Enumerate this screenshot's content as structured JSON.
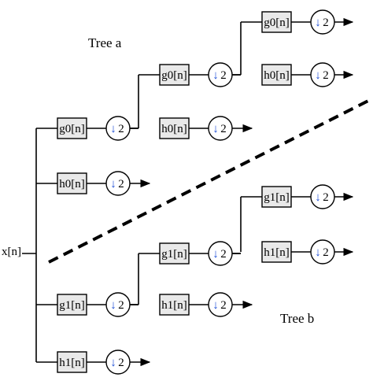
{
  "input_label": "x[n]",
  "tree_a_label": "Tree a",
  "tree_b_label": "Tree b",
  "downsample_text": "2",
  "downsample_arrow": "↓",
  "arrow_color": "#1f4fd6",
  "stages": [
    {
      "filter": "g0[n]"
    },
    {
      "filter": "h0[n]"
    },
    {
      "filter": "g0[n]"
    },
    {
      "filter": "h0[n]"
    },
    {
      "filter": "g0[n]"
    },
    {
      "filter": "h0[n]"
    },
    {
      "filter": "g1[n]"
    },
    {
      "filter": "h1[n]"
    },
    {
      "filter": "g1[n]"
    },
    {
      "filter": "h1[n]"
    },
    {
      "filter": "g1[n]"
    },
    {
      "filter": "h1[n]"
    }
  ]
}
